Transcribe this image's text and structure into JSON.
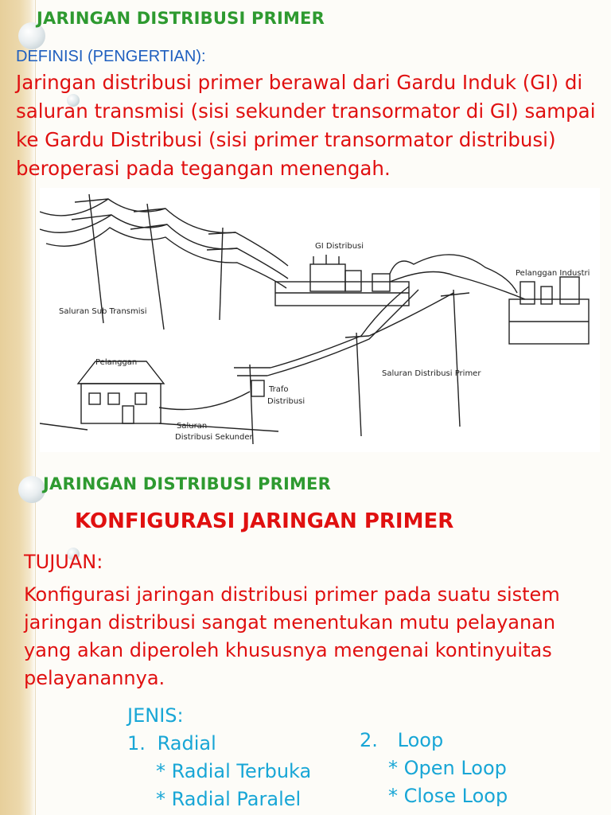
{
  "slide1": {
    "title": "JARINGAN DISTRIBUSI PRIMER",
    "definition_label": "DEFINISI (PENGERTIAN):",
    "definition_text": "Jaringan distribusi primer berawal dari Gardu Induk (GI) di saluran transmisi (sisi sekunder transormator di GI) sampai ke Gardu Distribusi (sisi primer transormator distribusi) beroperasi pada tegangan menengah.",
    "diagram": {
      "labels": {
        "gi": "GI Distribusi",
        "industri": "Pelanggan Industri",
        "sub_transmisi": "Saluran Sub Transmisi",
        "pelanggan": "Pelanggan",
        "distribusi_primer": "Saluran Distribusi Primer",
        "trafo_1": "Trafo",
        "trafo_2": "Distribusi",
        "sekunder_1": "Saluran",
        "sekunder_2": "Distribusi Sekunder"
      }
    }
  },
  "slide2": {
    "title": "JARINGAN DISTRIBUSI PRIMER",
    "heading": "KONFIGURASI JARINGAN PRIMER",
    "tujuan_label": "TUJUAN:",
    "tujuan_text": "Konfigurasi jaringan distribusi primer pada suatu sistem jaringan distribusi sangat menentukan mutu pelayanan yang akan diperoleh khususnya mengenai kontinyuitas pelayanannya.",
    "jenis_label": "JENIS:",
    "types": [
      {
        "num": "1.",
        "name": "Radial",
        "subs": [
          "* Radial Terbuka",
          "* Radial Paralel"
        ]
      },
      {
        "num": "2.",
        "name": "Loop",
        "subs": [
          "* Open Loop",
          "* Close Loop"
        ]
      }
    ]
  },
  "colors": {
    "title_green": "#2e9a30",
    "body_red": "#e01010",
    "definition_blue": "#1f5fbf",
    "list_cyan": "#18a6d6",
    "side_strip": "#e7cf9b"
  }
}
